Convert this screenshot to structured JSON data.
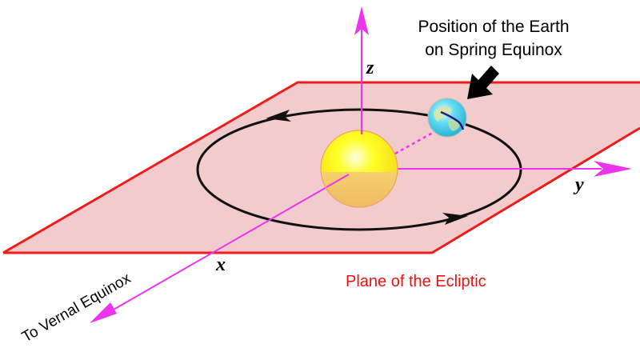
{
  "diagram": {
    "callout": {
      "line1": "Position of the Earth",
      "line2": "on Spring Equinox"
    },
    "axes": {
      "x": "x",
      "y": "y",
      "z": "z"
    },
    "plane_label": "Plane of the Ecliptic",
    "vernal_label": "To Vernal Equinox",
    "colors": {
      "plane_fill": "#f2cccc",
      "plane_edge": "#ee1c1c",
      "axis": "#ee33ee",
      "orbit": "#111111",
      "sun_top": "#ffff22",
      "sun_bottom": "#f3cb5a",
      "earth_ocean": "#33ccee",
      "earth_land": "#d8e6a8",
      "plane_label": "#ee1111",
      "text": "#000000"
    }
  }
}
